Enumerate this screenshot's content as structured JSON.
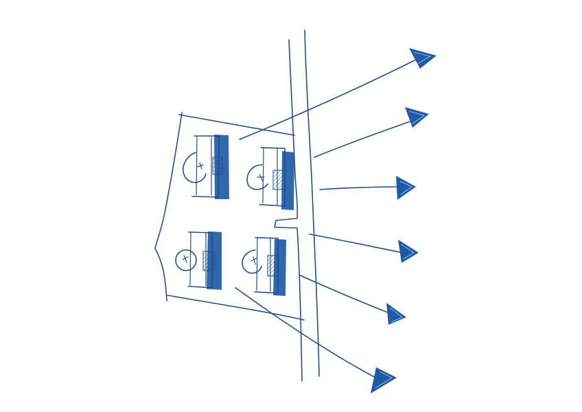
{
  "drawing": {
    "ink_color": "#1d4f93",
    "shade_color": "#1f5aa6",
    "head_line_color": "#8fb0de",
    "background": "#ffffff",
    "units": [
      {
        "id": "top-left",
        "door_arrow": "right"
      },
      {
        "id": "top-right",
        "door_arrow": "left"
      },
      {
        "id": "bottom-left",
        "door_arrow": "up"
      },
      {
        "id": "bottom-right",
        "door_arrow": "up"
      }
    ],
    "arrow_count": 6
  }
}
